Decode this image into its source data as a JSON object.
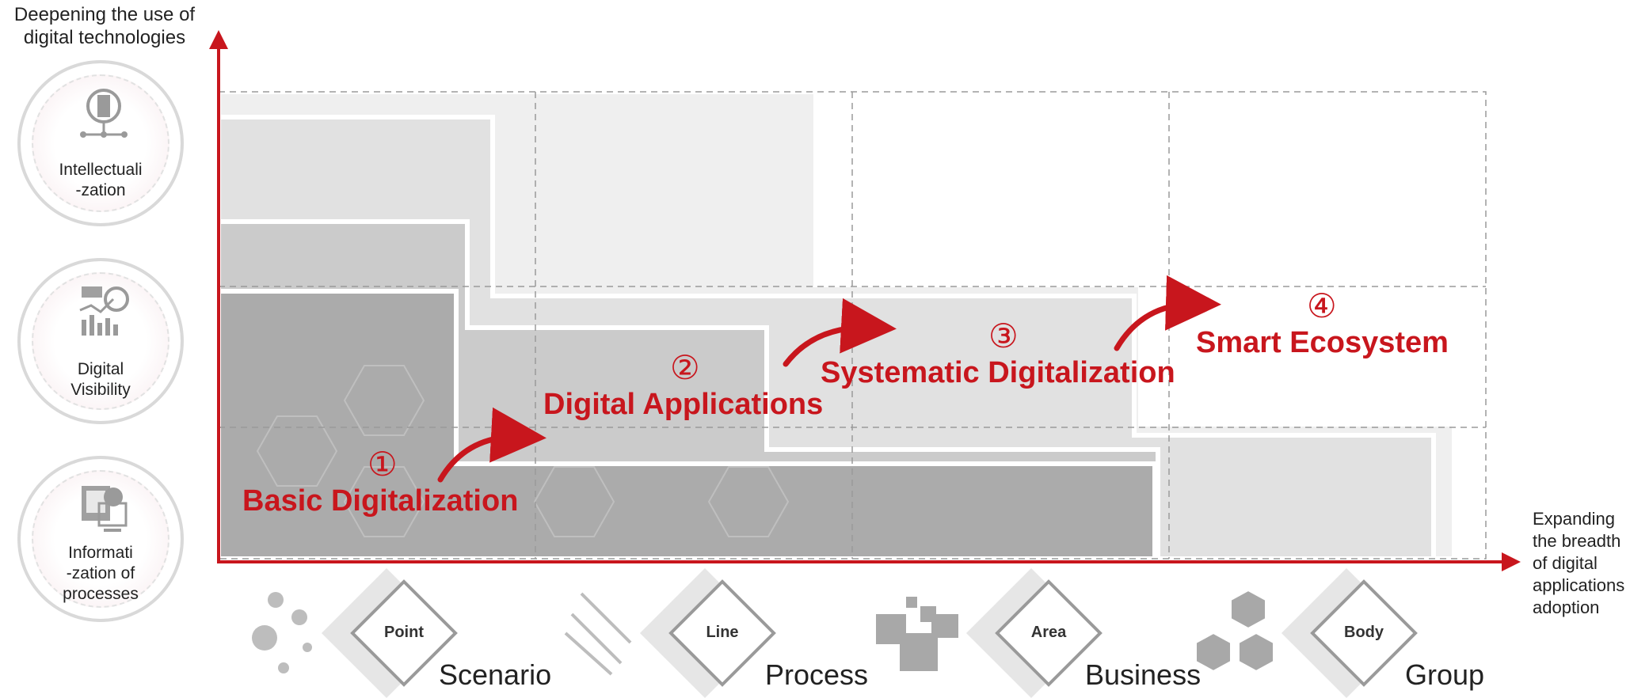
{
  "y_axis_label": [
    "Deepening the use of",
    "digital technologies"
  ],
  "x_axis_label": [
    "Expanding",
    "the breadth",
    "of digital",
    "applications",
    "adoption"
  ],
  "levels": [
    {
      "label_lines": [
        "Intellectuali",
        "-zation"
      ],
      "icon": "brain-circuit-icon"
    },
    {
      "label_lines": [
        "Digital",
        "Visibility"
      ],
      "icon": "analytics-chart-icon"
    },
    {
      "label_lines": [
        "Informati",
        "-zation of",
        "processes"
      ],
      "icon": "document-search-icon"
    }
  ],
  "stages": [
    {
      "number": "①",
      "label": "Basic Digitalization"
    },
    {
      "number": "②",
      "label": "Digital Applications"
    },
    {
      "number": "③",
      "label": "Systematic Digitalization"
    },
    {
      "number": "④",
      "label": "Smart Ecosystem"
    }
  ],
  "categories": [
    {
      "diamond": "Point",
      "word": "Scenario",
      "icon": "dots-icon"
    },
    {
      "diamond": "Line",
      "word": "Process",
      "icon": "lines-icon"
    },
    {
      "diamond": "Area",
      "word": "Business",
      "icon": "squares-icon"
    },
    {
      "diamond": "Body",
      "word": "Group",
      "icon": "cubes-icon"
    }
  ],
  "colors": {
    "accent": "#c8161d",
    "axis": "#c8161d",
    "step_dark": "#a9a9a9",
    "step_light": "#efefef"
  }
}
